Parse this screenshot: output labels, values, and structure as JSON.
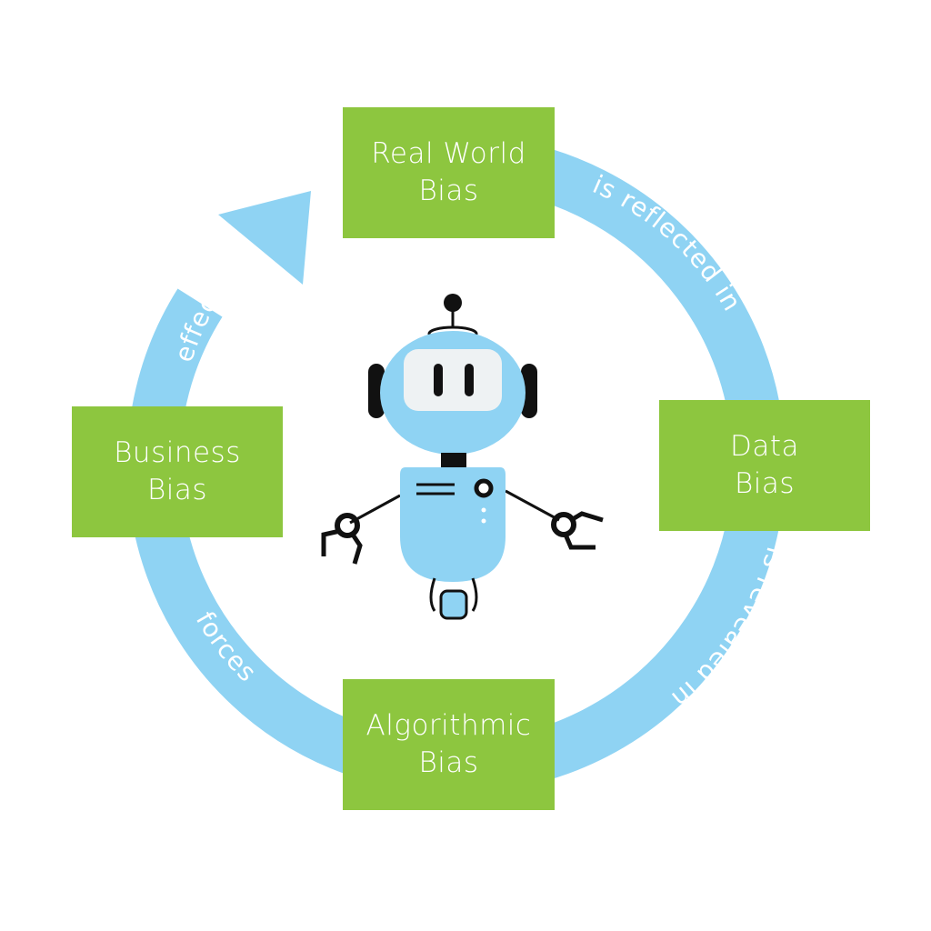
{
  "colors": {
    "box": "#8dc63f",
    "ring": "#8fd3f3",
    "robot_body": "#8fd3f3",
    "robot_dark": "#111111",
    "text": "#ffffff"
  },
  "boxes": {
    "real_world": {
      "line1": "Real World",
      "line2": "Bias"
    },
    "data": {
      "line1": "Data",
      "line2": "Bias"
    },
    "algorithmic": {
      "line1": "Algorithmic",
      "line2": "Bias"
    },
    "business": {
      "line1": "Business",
      "line2": "Bias"
    }
  },
  "cycle_labels": {
    "reflected": "is reflected in",
    "revealed": "is revealed in",
    "forces": "forces",
    "effects": "effects"
  },
  "center_icon": "robot-icon"
}
